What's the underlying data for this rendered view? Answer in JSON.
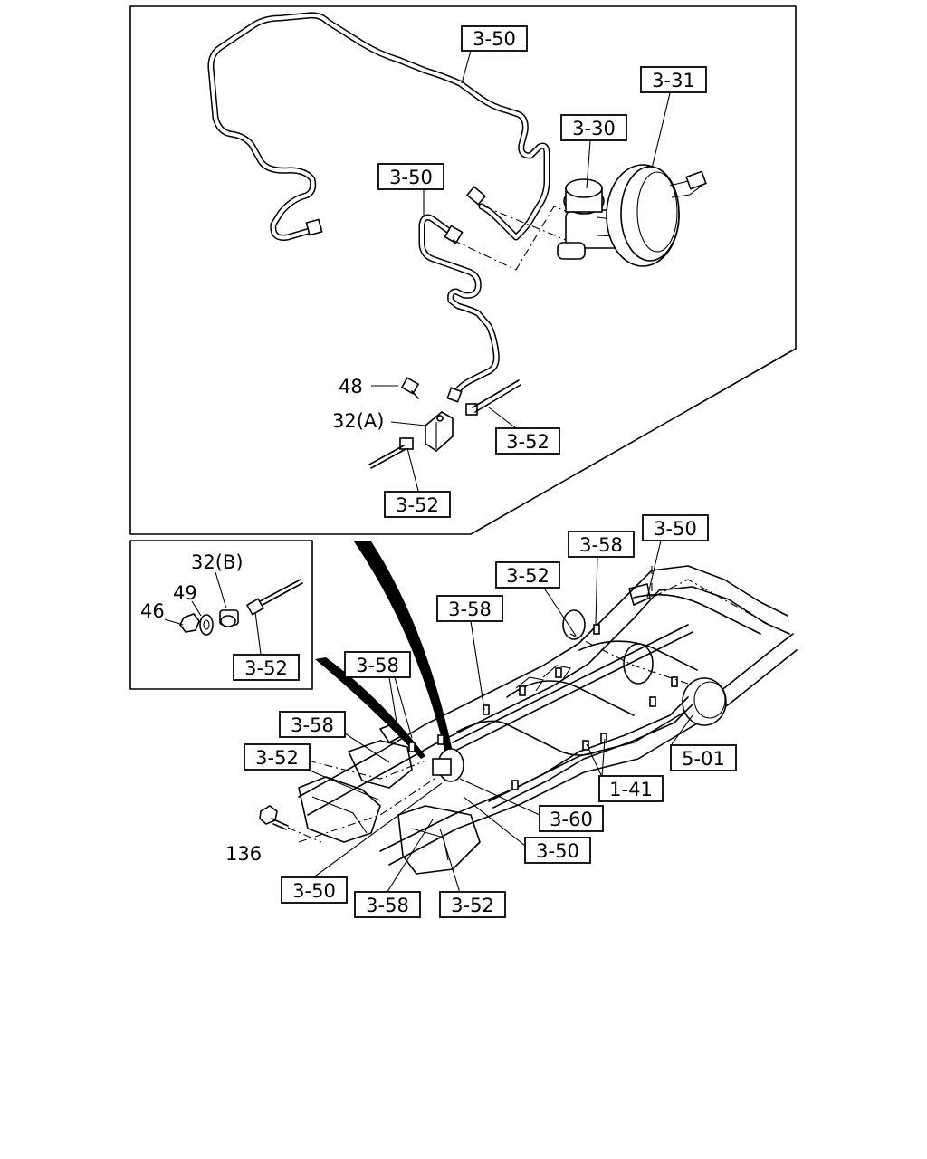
{
  "callouts": {
    "upper_350_a": "3-50",
    "upper_331": "3-31",
    "upper_330": "3-30",
    "upper_350_b": "3-50",
    "upper_48": "48",
    "upper_32a": "32(A)",
    "upper_352_a": "3-52",
    "upper_352_b": "3-52",
    "inset_32b": "32(B)",
    "inset_49": "49",
    "inset_46": "46",
    "inset_352": "3-52",
    "frame_350_top": "3-50",
    "frame_358_top": "3-58",
    "frame_352_top": "3-52",
    "frame_358_mid": "3-58",
    "frame_358_left": "3-58",
    "frame_358_lower": "3-58",
    "frame_352_left": "3-52",
    "frame_501": "5-01",
    "frame_141": "1-41",
    "frame_360": "3-60",
    "frame_350_right": "3-50",
    "frame_136": "136",
    "frame_350_bottom": "3-50",
    "frame_358_bottom": "3-58",
    "frame_352_bottom": "3-52"
  }
}
